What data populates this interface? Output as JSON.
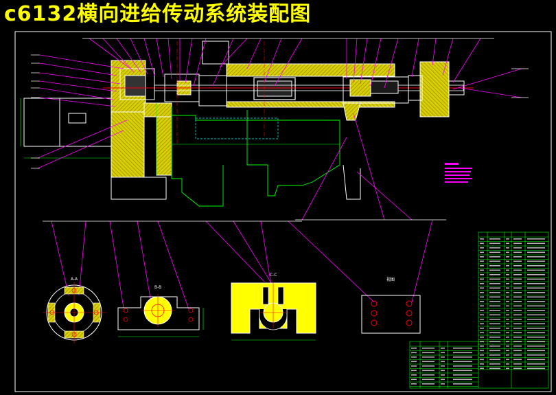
{
  "title": "c6132横向进给传动系统装配图",
  "section_labels": {
    "aa": "A-A",
    "bb": "B-B",
    "cc": "C-C",
    "view_small": "视图"
  },
  "colors": {
    "background": "#000000",
    "title": "#ffff00",
    "outline": "#ffffff",
    "hatch": "#ffff00",
    "leader": "#ff00ff",
    "centerline": "#ff0000",
    "dimension": "#00ff00",
    "table": "#00ff00",
    "hidden": "#00ffff"
  }
}
